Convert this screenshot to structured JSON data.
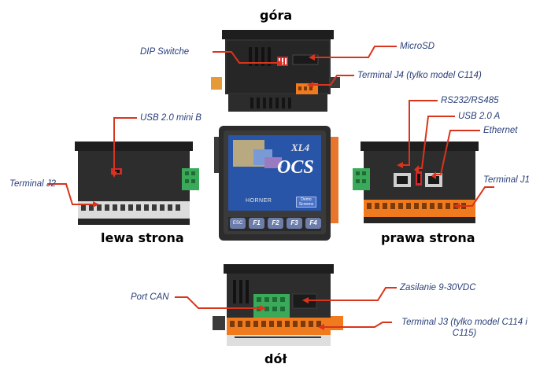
{
  "views": {
    "top": "góra",
    "bottom": "dół",
    "left": "lewa strona",
    "right": "prawa strona"
  },
  "callouts": {
    "dip": "DIP Switche",
    "microsd": "MicroSD",
    "j4": "Terminal J4 (tylko model C114)",
    "usb_mini": "USB 2.0 mini B",
    "j2": "Terminal J2",
    "rs": "RS232/RS485",
    "usb_a": "USB 2.0 A",
    "ethernet": "Ethernet",
    "j1": "Terminal J1",
    "can": "Port CAN",
    "power": "Zasilanie 9-30VDC",
    "j3": "Terminal J3 (tylko model C114 i C115)"
  },
  "front_panel": {
    "screen_title": "OCS",
    "screen_model": "XL4",
    "brand": "HORNER",
    "screen_button": "Demo Screens",
    "keys": [
      "ESC",
      "F1",
      "F2",
      "F3",
      "F4"
    ]
  },
  "colors": {
    "callout_text": "#2a3f7a",
    "leader_line": "#d9341c",
    "terminal_orange": "#f07a1e",
    "terminal_green": "#3aaa5a",
    "case_dark": "#2a2a2a"
  }
}
